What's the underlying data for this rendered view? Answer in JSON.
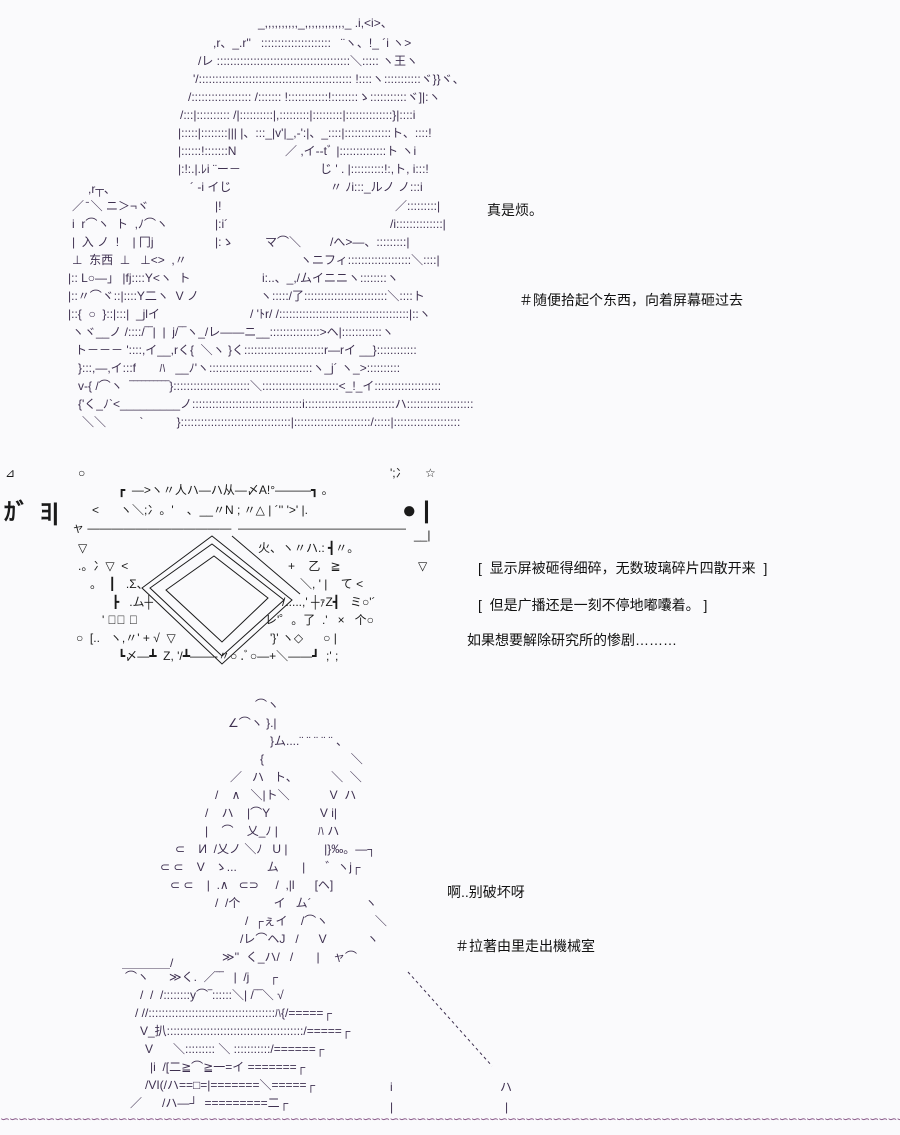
{
  "dialogue": {
    "line1": "真是烦。",
    "line2": "＃随便拾起个东西，向着屏幕砸过去",
    "line3": "[  显示屏被砸得细碎，无数玻璃碎片四散开来  ]",
    "line4": "[  但是广播还是一刻不停地嘟囔着。 ]",
    "line5": "如果想要解除研究所的惨剧………",
    "line6": "啊..别破坏呀",
    "line7": "＃拉著由里走出機械室"
  },
  "art": {
    "top": [
      "_,,,,,,,,,,_,,,,,,,,,,,,_ .i,<i>、",
      ",r、_.r''   :::::::::::::::::::::   ¨ヽ、!_ ´i ヽ>",
      "/レ ::::::::::::::::::::::::::::::::::::::::＼::::: ヽ王ヽ",
      "'/:::::::::::::::::::::::::::::::::::::::::::::: !::::ヽ:::::::::::ヾ}}ヾ、",
      "/:::::::::::::::::: /::::::: !::::::::::::!::::::::ゝ:::::::::::ヾ]|:ヽ",
      "/:::|:::::::::: /|::::::::::|,:::::::::|:::::::::|::::::::::::::}|::::i",
      "|:::::|::::::::||| |、:::_|v'|_,-':|、_::::|::::::::::::::ト、::::!",
      "|::::::!:::::::N",
      "／ ,イ-‐tﾞ |::::::::::::::ト ヽi",
      "|:!:.|.ﾚi ¨ー－",
      "じ ' . |::::::::::!:,ト, i:::!",
      "´ ‐i イじ",
      "〃 ﾉi:::_ルノ ノ:::i",
      ",r┬、",
      "／ ̄ ＼ ニ＞¬ヾ",
      "|!",
      "／:::::::::|",
      "i  r⌒ヽ  ト  ,ﾉ⌒ヽ",
      "|:i´",
      "/i::::::::::::::|",
      "|  入 ノ  !    | 冂j",
      "|:ゝ",
      "マ⌒＼",
      "/へ>―、:::::::::|",
      "⊥  东西  ⊥   ⊥<>  ,〃",
      "ヽニフィ:::::::::::::::::::＼::::|",
      "|:: L○―」 |fj::::Y<ヽ  ト",
      "i:..、_,/ムイニニヽ::::::::ヽ",
      "|::〃⌒ヾ::|::::Y二ヽ  V ノ",
      "ヽ:::::/了:::::::::::::::::::::::::＼::::ト",
      "|::{  ○  }::|:::|  _jlイ",
      "/ 'ﾄr/ /:::::::::::::::::::::::::::::::::::::::|::ヽ",
      "ヽヾ__ノ /::::/‾‾|  |  j/‾‾ヽ_/レ――ニ__:::::::::::::::>ヘ|::::::::::::ヽ",
      "ト－－－ '::::,イ__,rく{  ＼ヽ }く::::::::::::::::::::::::r―rイ __}::::::::::::",
      "}:::,―,イ:::f       ﾊ   __ﾉ'ヽ:::::::::::::::::::::::::::::::ヽ_j´ ヽ_>::::::::::",
      "v-{ /⌒ヽ  ‾‾‾‾‾‾‾‾‾‾}:::::::::::::::::::::::＼:::::::::::::::::::::::<_!_イ::::::::::::::::::::",
      "{'く_ﾉ`<_________ノ:::::::::::::::::::::::::::::::::i:::::::::::::::::::::::::::ハ::::::::::::::::::::",
      "＼＼          `          }:::::::::::::::::::::::::::::::::|:::::::::::::::::::::::/:::::|::::::::::::::::::::"
    ],
    "mid": [
      "⊿",
      "○",
      "';冫",
      "☆",
      "┏  ―>ヽ〃人ハ―ハ从―〆A!°―――┓ 。",
      "ｶ゛ﾖ|",
      "<",
      "ヽ＼;冫。'    ､  __〃N ; 〃△ | ´'' '>' |.",
      "● |",
      "ャ ――――――――――――",
      "――――――――――――――",
      "__|",
      "▽",
      "火、ヽ〃ハ.: ┫〃。",
      ".。冫▽  <",
      "+    乙   ≧",
      "▽",
      "。  ┃   .Σ、",
      "＼, ' |    て <",
      "┣   .ム┼",
      "/.....,' ┼ｧZ┫   ミ○'´",
      "' ﾟ。 ゛",
      "レ'゜。了  .'   ×   个○",
      "○  [..   ヽ,〃' + √  ▽",
      "'}' ヽ◇      ○ |",
      "┗〆―┻  Z, '/┻――‐〃○ .ﾞ○―+＼――┛  ;' ;"
    ],
    "bottom": [
      "⌒ヽ",
      "∠⌒ヽ }.|",
      "}ム....¨ ¨ ¨ ¨ ¨ 、",
      "{                          ＼",
      "／   ハ   ト、          ＼  ＼",
      "/    ∧   ＼|ト＼            V  ハ",
      "/    ハ    |⌒Y               V i|",
      "|    ⌒    乂_ﾉ |            ﾊ ハ",
      "⊂    И  /乂ノ ＼ﾉ   U |           |}‰。―┐",
      "⊂ ⊂    V   ゝ...         ム       |      ゛ヽj┌",
      "⊂ ⊂    |  .∧   ⊂⊃     /  ,|l      [ヘ]",
      "/  /个          イ   ム´                ヽ",
      "/  ┌ぇイ    /⌒ヽ              ＼",
      "/レ⌒ヘJ   /      V            ヽ",
      "≫''  く_ハ/   /       |    ャ⌒",
      "＿＿＿＿/",
      "⌒ヽ      ≫く.  ／‾‾   |  /j      ┌",
      "/  /  /::::::::y⌒‾::::::＼| /‾‾＼ √",
      "/ //::::::::::::::::::::::::::::::::::::::ﾊ{/=====┌",
      "V_扒:::::::::::::::::::::::::::::::::::::::::/=====┌",
      "V      ＼::::::::: ＼ :::::::::::/======┌",
      "|i  /[二≧⌒≧一=イ =======┌",
      "/VI(/ハ==□=|=======＼=====┌",
      "／      /ハ―┘  =========二┌",
      "i",
      "|",
      "ハ",
      "|"
    ],
    "border": "∽∽∽∽∽∽∽∽∽∽∽∽∽∽∽∽∽∽∽∽∽∽∽∽∽∽∽∽∽∽∽∽∽∽∽∽∽∽∽∽∽∽∽∽∽∽∽∽∽∽∽∽∽∽∽∽∽∽∽∽∽∽∽∽∽∽∽∽∽∽∽∽∽∽∽∽∽∽∽∽∽∽∽∽∽∽∽∽∽∽∽∽∽∽∽∽∽∽∽∽"
  },
  "colors": {
    "art": "#3e3050",
    "text": "#111111",
    "border": "#8a5a8a"
  }
}
